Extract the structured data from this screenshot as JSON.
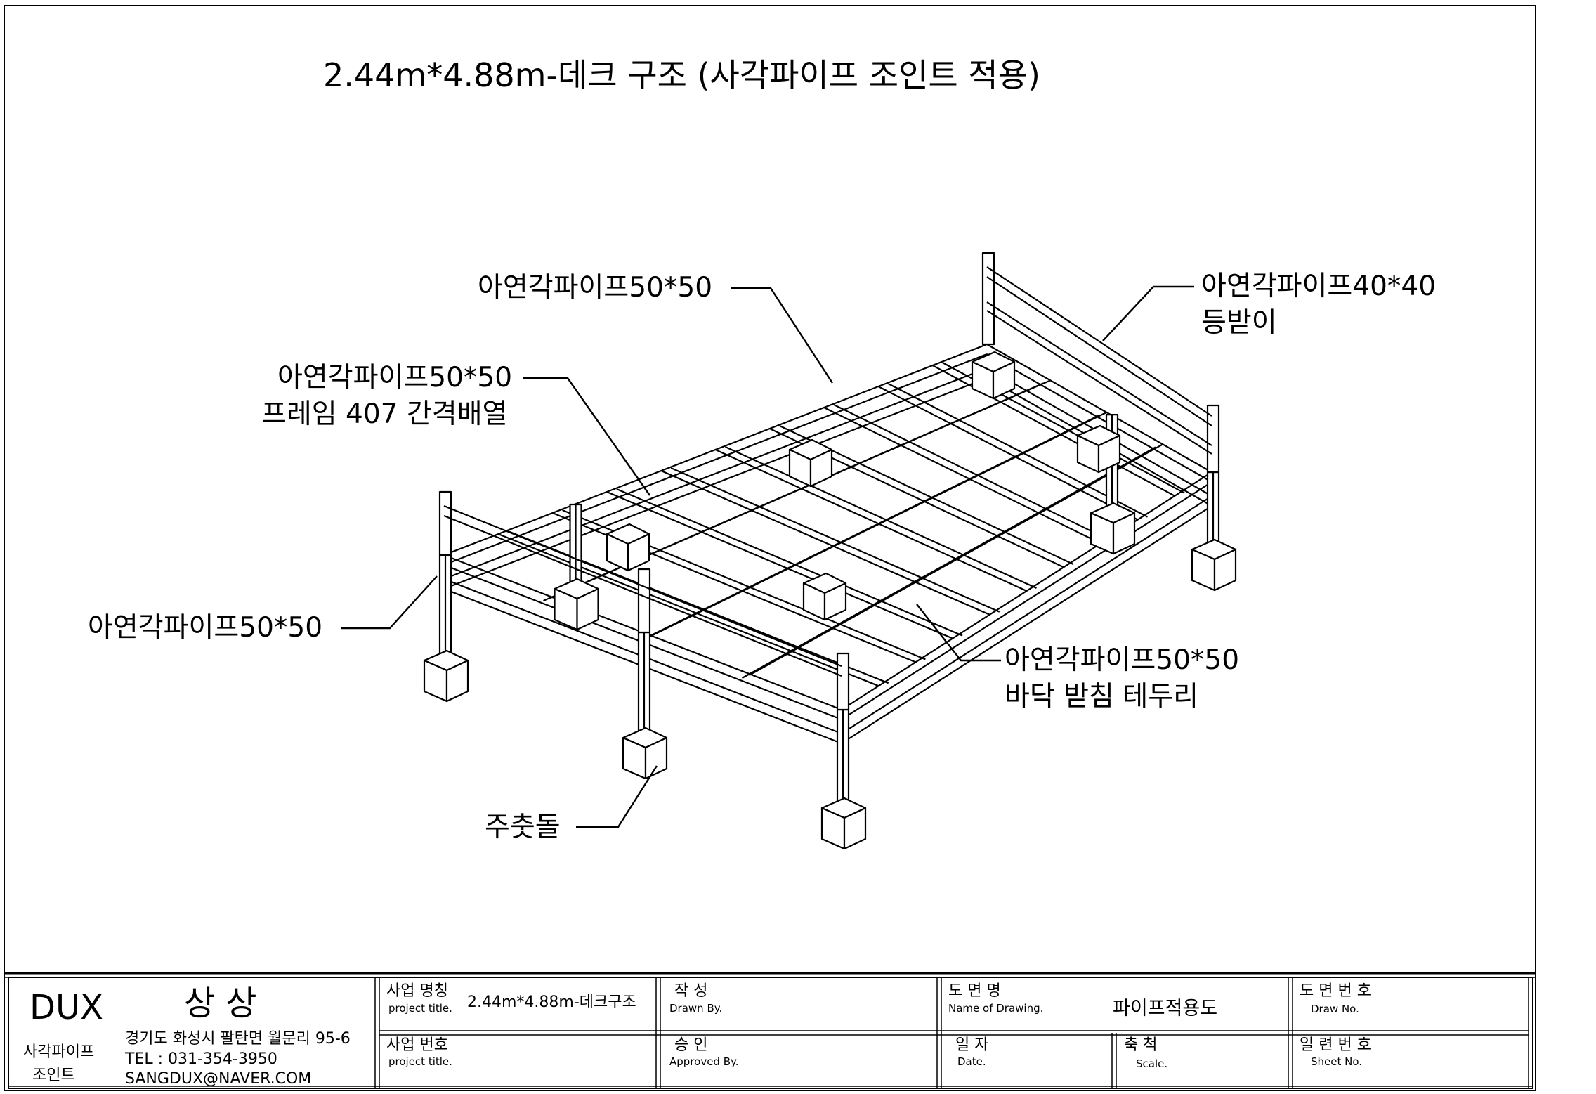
{
  "drawing": {
    "title": "2.44m*4.88m-데크 구조 (사각파이프 조인트 적용)",
    "labels": {
      "top_pipe": "아연각파이프50*50",
      "frame_pipe_1": "아연각파이프50*50",
      "frame_pipe_2": "프레임 407 간격배열",
      "backrest_1": "아연각파이프40*40",
      "backrest_2": "등받이",
      "left_post": "아연각파이프50*50",
      "floor_edge_1": "아연각파이프50*50",
      "floor_edge_2": "바닥 받침 테두리",
      "footing": "주춧돌"
    }
  },
  "title_block": {
    "company": "DUX",
    "company_korean": "상 상",
    "product_1": "사각파이프",
    "product_2": "조인트",
    "address": "경기도 화성시 팔탄면 월문리 95-6",
    "tel": "TEL : 031-354-3950",
    "email": "SANGDUX@NAVER.COM",
    "project_name_ko": "사업 명칭",
    "project_name_en": "project title.",
    "project_name_value": "2.44m*4.88m-데크구조",
    "project_no_ko": "사업 번호",
    "project_no_en": "project title.",
    "drawn_ko": "작  성",
    "drawn_en": "Drawn By.",
    "approved_ko": "승  인",
    "approved_en": "Approved By.",
    "drawing_name_ko": "도  면  명",
    "drawing_name_en": "Name of Drawing.",
    "drawing_name_value": "파이프적용도",
    "date_ko": "일  자",
    "date_en": "Date.",
    "scale_ko": "축  척",
    "scale_en": "Scale.",
    "draw_no_ko": "도 면 번 호",
    "draw_no_en": "Draw No.",
    "sheet_no_ko": "일 련 번 호",
    "sheet_no_en": "Sheet No."
  }
}
